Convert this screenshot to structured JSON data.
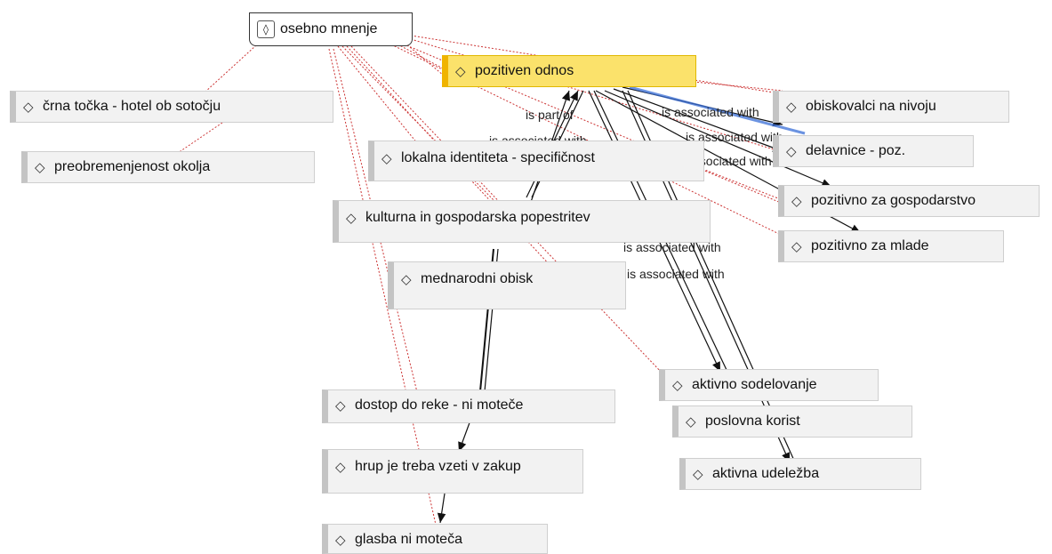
{
  "colors": {
    "highlight_fill": "#fbe26b",
    "highlight_edge": "#f0b400",
    "node_fill": "#f2f2f2",
    "dotted_link": "#cc3333",
    "association_link": "#111111",
    "selected_link": "#3a6fd8"
  },
  "icons": {
    "node": "diamond-icon",
    "root": "boxed-diamond-icon"
  },
  "root": {
    "label": "osebno mnenje",
    "icon_glyph": "◊"
  },
  "nodes": {
    "pozitiven_odnos": "pozitiven odnos",
    "crna_tocka": "črna točka - hotel ob sotočju",
    "preobremenjenost": "preobremenjenost okolja",
    "lokalna_identiteta": "lokalna identiteta - specifičnost",
    "kulturna": "kulturna in gospodarska popestritev",
    "mednarodni_obisk": "mednarodni obisk",
    "dostop_do_reke": "dostop do reke - ni moteče",
    "hrup": "hrup je treba vzeti v zakup",
    "glasba": "glasba ni moteča",
    "obiskovalci": "obiskovalci na nivoju",
    "delavnice": "delavnice - poz.",
    "gospodarstvo": "pozitivno za gospodarstvo",
    "mlade": "pozitivno za mlade",
    "aktivno_sodelovanje": "aktivno sodelovanje",
    "poslovna_korist": "poslovna korist",
    "aktivna_udelezba": "aktivna udeležba"
  },
  "diamond_glyph": "◇",
  "edge_labels": {
    "is_part_of": "is part of",
    "assoc_1": "is associated with",
    "assoc_2": "is associated with",
    "assoc_3": "is associated with",
    "assoc_4": "is associated with",
    "assoc_5": "is associated with",
    "assoc_6": "is associated with"
  }
}
